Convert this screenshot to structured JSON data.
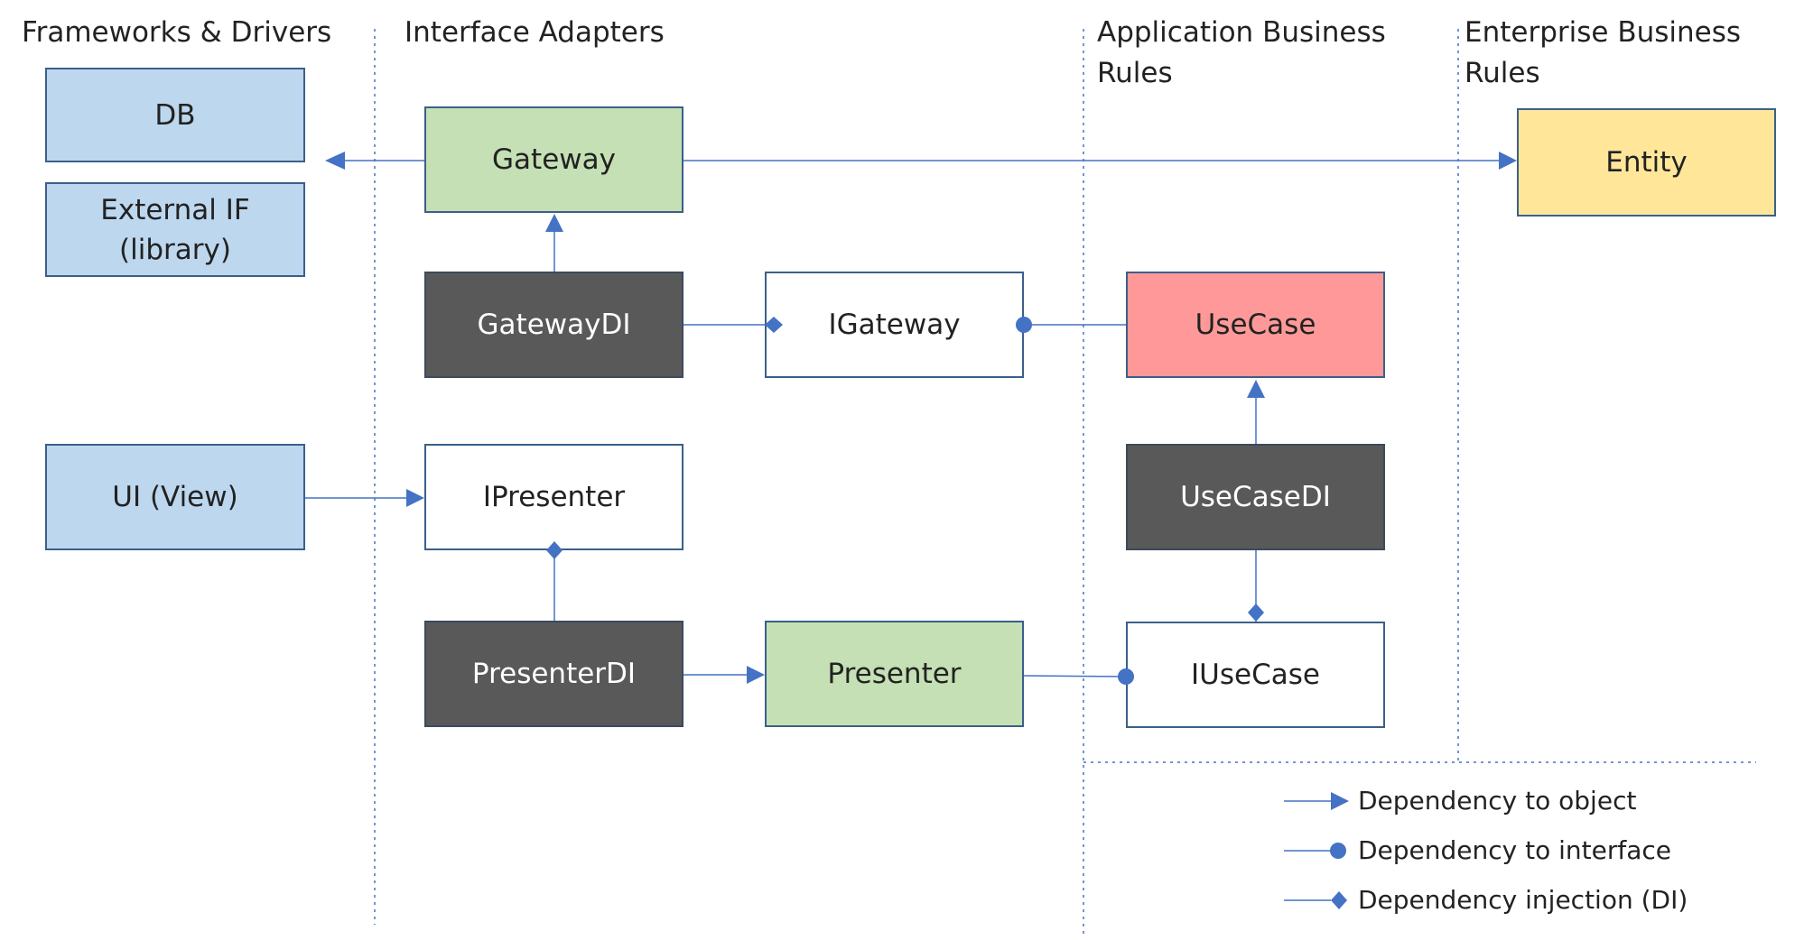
{
  "layers": {
    "frameworks": "Frameworks & Drivers",
    "adapters": "Interface Adapters",
    "application": "Application Business\nRules",
    "enterprise": "Enterprise Business\nRules"
  },
  "boxes": {
    "db": "DB",
    "external_if": "External IF\n(library)",
    "ui_view": "UI (View)",
    "gateway": "Gateway",
    "gateway_di": "GatewayDI",
    "igateway": "IGateway",
    "ipresenter": "IPresenter",
    "presenter_di": "PresenterDI",
    "presenter": "Presenter",
    "usecase": "UseCase",
    "usecase_di": "UseCaseDI",
    "iusecase": "IUseCase",
    "entity": "Entity"
  },
  "legend": {
    "object": "Dependency to object",
    "interface": "Dependency to interface",
    "injection": "Dependency injection (DI)"
  },
  "colors": {
    "line": "#4472c4",
    "frameworks_fill": "#bdd7ee",
    "adapter_fill": "#c5e0b4",
    "di_fill": "#595959",
    "usecase_fill": "#ff9999",
    "entity_fill": "#ffe699"
  }
}
